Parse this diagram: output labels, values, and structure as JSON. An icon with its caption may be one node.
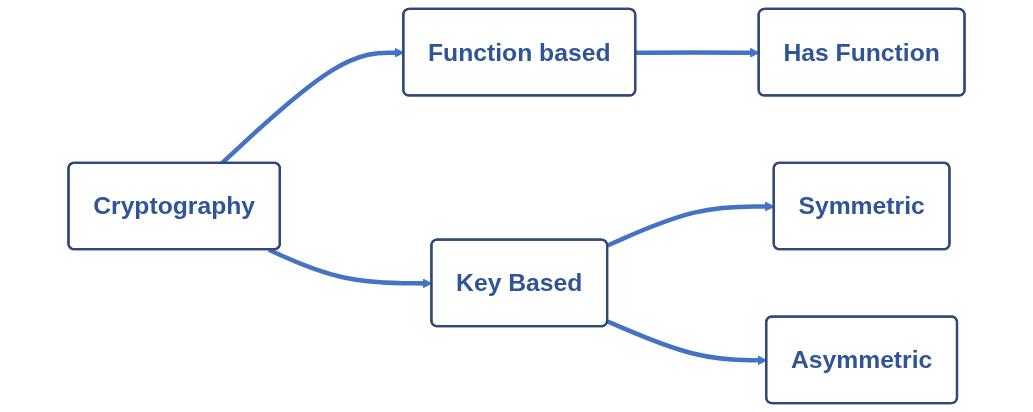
{
  "diagram": {
    "nodes": [
      {
        "text": [
          "Cryptography"
        ]
      },
      {
        "text": [
          "Function based"
        ]
      },
      {
        "text": [
          "Key Based"
        ]
      },
      {
        "text": [
          "Has Function"
        ]
      },
      {
        "text": [
          "Symmetric"
        ]
      },
      {
        "text": [
          "Asymmetric"
        ]
      }
    ],
    "edges": [
      {
        "from": 0,
        "to": 1,
        "arrow": "to"
      },
      {
        "from": 0,
        "to": 2,
        "arrow": "to"
      },
      {
        "from": 1,
        "to": 3,
        "arrow": "to"
      },
      {
        "from": 2,
        "to": 4,
        "arrow": "to"
      },
      {
        "from": 2,
        "to": 5,
        "arrow": "to"
      }
    ]
  }
}
